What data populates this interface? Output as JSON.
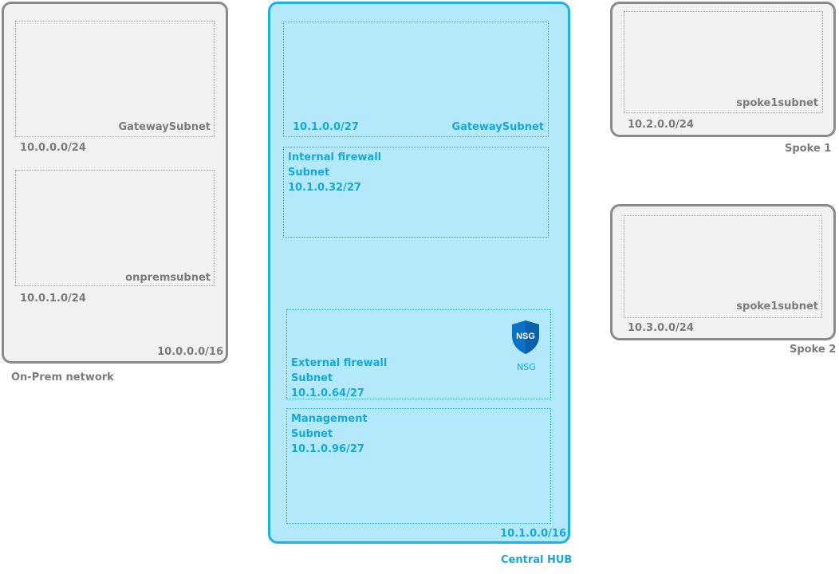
{
  "onprem": {
    "title": "On-Prem network",
    "cidr": "10.0.0.0/16",
    "subnets": [
      {
        "name": "GatewaySubnet",
        "cidr": "10.0.0.0/24"
      },
      {
        "name": "onpremsubnet",
        "cidr": "10.0.1.0/24"
      }
    ]
  },
  "hub": {
    "title": "Central HUB",
    "cidr": "10.1.0.0/16",
    "gateway": {
      "name": "GatewaySubnet",
      "cidr": "10.1.0.0/27"
    },
    "internal_fw": {
      "line1": "Internal firewall",
      "line2": "Subnet",
      "cidr": "10.1.0.32/27"
    },
    "external_fw": {
      "line1": "External firewall",
      "line2": "Subnet",
      "cidr": "10.1.0.64/27"
    },
    "management": {
      "line1": "Management",
      "line2": "Subnet",
      "cidr": "10.1.0.96/27"
    },
    "nsg": {
      "badge": "NSG",
      "label": "NSG"
    }
  },
  "spoke1": {
    "title": "Spoke 1",
    "subnet": "spoke1subnet",
    "cidr": "10.2.0.0/24"
  },
  "spoke2": {
    "title": "Spoke 2",
    "subnet": "spoke1subnet",
    "cidr": "10.3.0.0/24"
  },
  "colors": {
    "hub_fill": "#b4e8fb",
    "hub_border": "#18b4e8",
    "hub_text": "#15a8dc",
    "gray_border": "#8a8a8a",
    "gray_fill": "#f2f2f2",
    "gray_text": "#7b7b7b",
    "nsg_shield": "#0a72c6"
  }
}
